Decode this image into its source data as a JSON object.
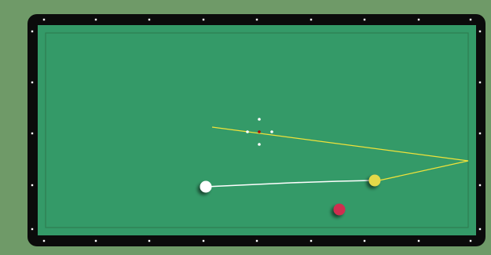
{
  "game": {
    "name": "three-cushion-billiards",
    "colors": {
      "background": "#6f9a68",
      "rail": "#0b0b0b",
      "cloth": "#349a68",
      "cloth_inner_line": "#2f7e51",
      "diamond": "#ffffff",
      "cue_ball": "#ffffff",
      "yellow_ball": "#e3d94a",
      "red_ball": "#cf2f4f",
      "aim_line": "#f0e23a",
      "cue_ball_path": "#ffffff",
      "aim_dot_center": "#b00000",
      "aim_dot_cross": "#ffffff"
    },
    "balls": [
      {
        "name": "cue-ball",
        "color": "cue_ball"
      },
      {
        "name": "yellow-ball",
        "color": "yellow_ball"
      },
      {
        "name": "red-ball",
        "color": "red_ball"
      }
    ]
  }
}
